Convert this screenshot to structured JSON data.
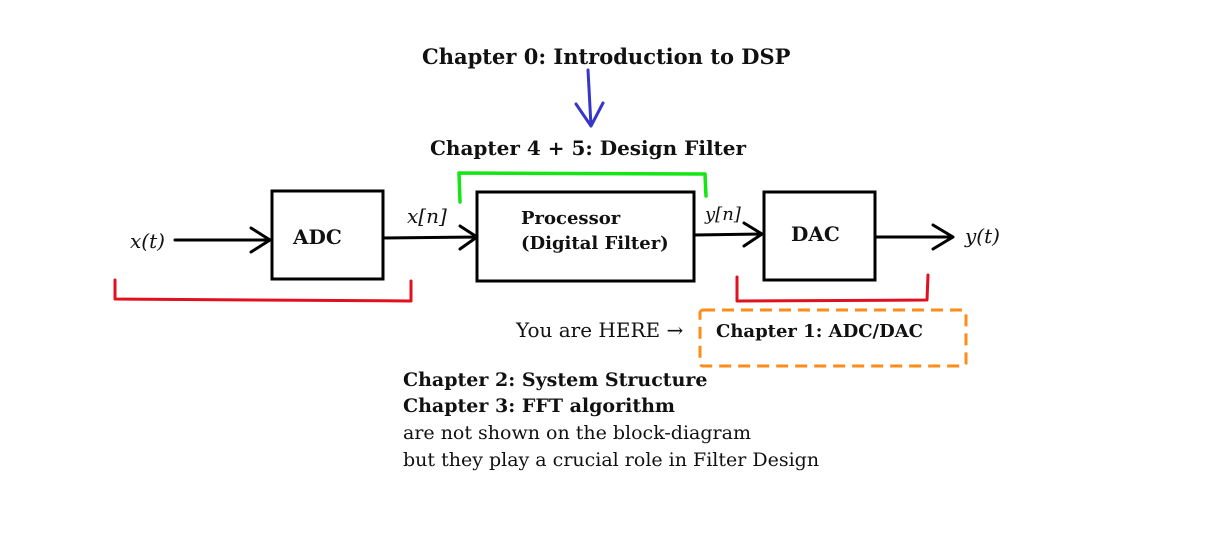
{
  "titles": {
    "chapter0": "Chapter 0: Introduction to DSP",
    "chapter45": "Chapter 4 + 5: Design Filter"
  },
  "signals": {
    "input_analog": "x(t)",
    "input_digital": "x[n]",
    "output_digital": "y[n]",
    "output_analog": "y(t)"
  },
  "blocks": {
    "adc": "ADC",
    "processor_line1": "Processor",
    "processor_line2": "(Digital Filter)",
    "dac": "DAC"
  },
  "pointer": {
    "you_are_here": "You are HERE →",
    "chapter1": "Chapter 1: ADC/DAC"
  },
  "notes": {
    "chapter2": "Chapter 2: System Structure",
    "chapter3": "Chapter 3: FFT algorithm",
    "line1": "are not shown on the block-diagram",
    "line2": "but they play a crucial role in Filter Design"
  },
  "colors": {
    "red_bracket": "#e0101e",
    "green_bracket": "#14e614",
    "blue_arrow": "#3636c8",
    "orange_dashed_box": "#ff8c1a",
    "black_lines": "#000000"
  }
}
